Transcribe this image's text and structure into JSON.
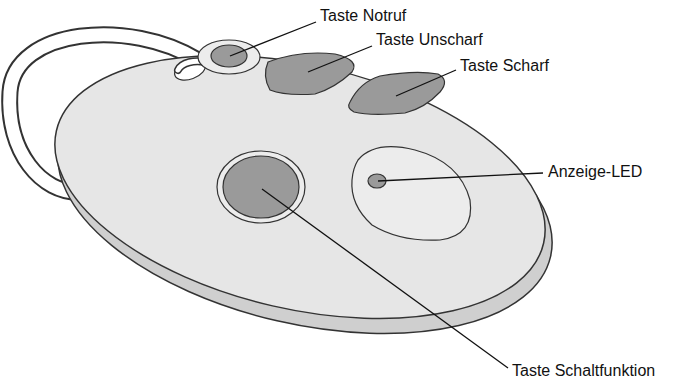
{
  "diagram": {
    "labels": [
      "Taste Notruf",
      "Taste Unscharf",
      "Taste Scharf",
      "Anzeige-LED",
      "Taste Schaltfunktion"
    ]
  }
}
